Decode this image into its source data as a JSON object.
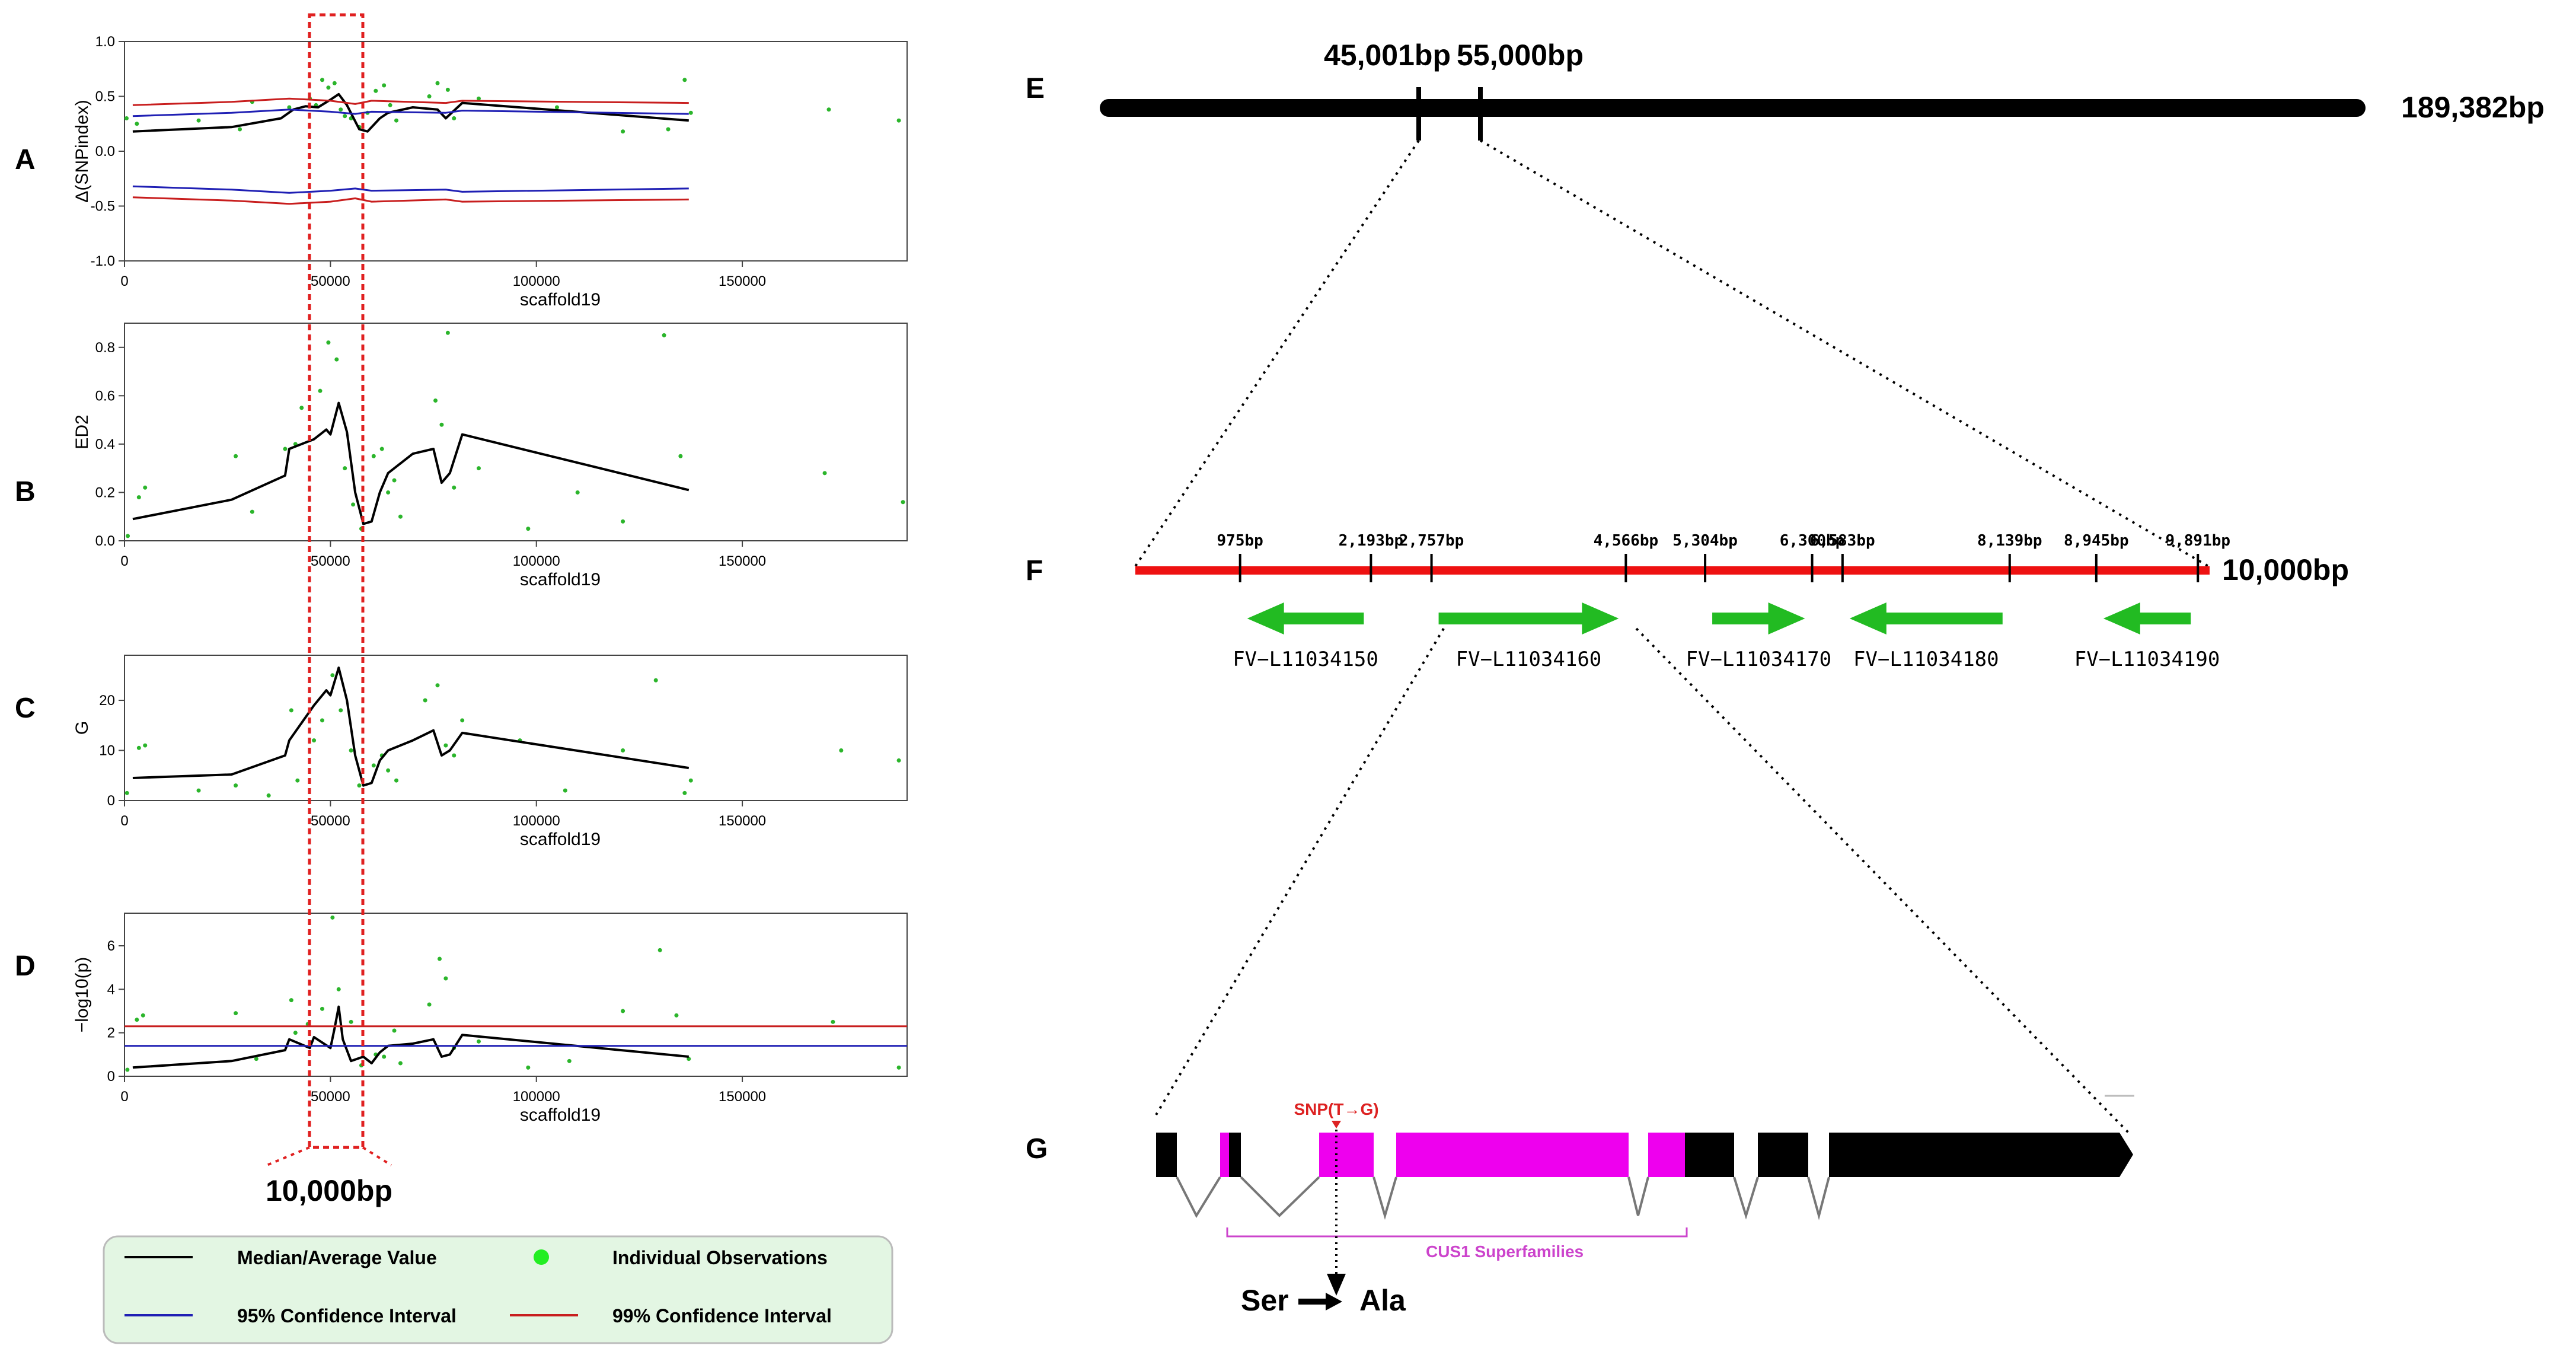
{
  "colors": {
    "median": "#000000",
    "observation": "#2bb52b",
    "ci95": "#1f1fb4",
    "ci99": "#c81e1e",
    "highlight_box": "#e02020",
    "region_line": "#ee1111",
    "gene_arrow": "#22bb22",
    "exon_black": "#000000",
    "exon_magenta": "#ee00ee",
    "cus1_label": "#cc44cc",
    "snp_label": "#dd2222",
    "legend_bg": "#e3f6e3",
    "legend_dot": "#22ee22"
  },
  "panels": {
    "A": {
      "letter": "A"
    },
    "B": {
      "letter": "B"
    },
    "C": {
      "letter": "C"
    },
    "D": {
      "letter": "D"
    },
    "E": {
      "letter": "E"
    },
    "F": {
      "letter": "F"
    },
    "G": {
      "letter": "G"
    }
  },
  "highlight": {
    "label": "10,000bp"
  },
  "legend": {
    "median": "Median/Average Value",
    "observations": "Individual Observations",
    "ci95": "95% Confidence Interval",
    "ci99": "99% Confidence Interval"
  },
  "chart_data": [
    {
      "panel": "A",
      "type": "line",
      "xlabel": "scaffold19",
      "ylabel": "Δ(SNPindex)",
      "xlim": [
        0,
        190000
      ],
      "ylim": [
        -1.0,
        1.0
      ],
      "xticks": [
        0,
        50000,
        100000,
        150000
      ],
      "yticks": [
        -1.0,
        -0.5,
        0.0,
        0.5,
        1.0
      ],
      "ytick_labels": [
        "-1.0",
        "-0.5",
        "0.0",
        "0.5",
        "1.0"
      ],
      "series": [
        {
          "role": "median",
          "x": [
            2000,
            26000,
            38000,
            41000,
            44000,
            47000,
            50000,
            52000,
            54000,
            57000,
            59000,
            62000,
            64000,
            70000,
            76000,
            78000,
            82000,
            137000
          ],
          "y": [
            0.18,
            0.22,
            0.3,
            0.38,
            0.41,
            0.4,
            0.47,
            0.52,
            0.42,
            0.2,
            0.18,
            0.3,
            0.35,
            0.4,
            0.38,
            0.3,
            0.44,
            0.28
          ]
        },
        {
          "role": "ci95_upper",
          "x": [
            2000,
            26000,
            40000,
            50000,
            56000,
            60000,
            78000,
            82000,
            137000
          ],
          "y": [
            0.32,
            0.35,
            0.38,
            0.36,
            0.34,
            0.36,
            0.35,
            0.37,
            0.34
          ]
        },
        {
          "role": "ci95_lower",
          "x": [
            2000,
            26000,
            40000,
            50000,
            56000,
            60000,
            78000,
            82000,
            137000
          ],
          "y": [
            -0.32,
            -0.35,
            -0.38,
            -0.36,
            -0.34,
            -0.36,
            -0.35,
            -0.37,
            -0.34
          ]
        },
        {
          "role": "ci99_upper",
          "x": [
            2000,
            26000,
            40000,
            50000,
            56000,
            60000,
            78000,
            82000,
            137000
          ],
          "y": [
            0.42,
            0.45,
            0.48,
            0.46,
            0.43,
            0.46,
            0.44,
            0.46,
            0.44
          ]
        },
        {
          "role": "ci99_lower",
          "x": [
            2000,
            26000,
            40000,
            50000,
            56000,
            60000,
            78000,
            82000,
            137000
          ],
          "y": [
            -0.42,
            -0.45,
            -0.48,
            -0.46,
            -0.43,
            -0.46,
            -0.44,
            -0.46,
            -0.44
          ]
        }
      ],
      "points": {
        "x": [
          500,
          3000,
          18000,
          28000,
          31000,
          40000,
          45000,
          46500,
          48000,
          49500,
          51000,
          52500,
          53500,
          55000,
          57000,
          59000,
          61000,
          63000,
          64500,
          66000,
          74000,
          76000,
          78500,
          80000,
          86000,
          105000,
          121000,
          132000,
          136000,
          137500,
          171000,
          188000
        ],
        "y": [
          0.3,
          0.25,
          0.28,
          0.2,
          0.45,
          0.4,
          0.48,
          0.42,
          0.65,
          0.58,
          0.62,
          0.38,
          0.32,
          0.3,
          0.22,
          0.35,
          0.55,
          0.6,
          0.42,
          0.28,
          0.5,
          0.62,
          0.56,
          0.3,
          0.48,
          0.4,
          0.18,
          0.2,
          0.65,
          0.35,
          0.38,
          0.28
        ]
      }
    },
    {
      "panel": "B",
      "type": "line",
      "xlabel": "scaffold19",
      "ylabel": "ED2",
      "xlim": [
        0,
        190000
      ],
      "ylim": [
        0,
        0.9
      ],
      "xticks": [
        0,
        50000,
        100000,
        150000
      ],
      "yticks": [
        0.0,
        0.2,
        0.4,
        0.6,
        0.8
      ],
      "ytick_labels": [
        "0.0",
        "0.2",
        "0.4",
        "0.6",
        "0.8"
      ],
      "series": [
        {
          "role": "median",
          "x": [
            2000,
            26000,
            39000,
            40000,
            46000,
            49000,
            50000,
            52000,
            54000,
            56000,
            58000,
            60000,
            62000,
            64000,
            70000,
            75000,
            77000,
            79000,
            82000,
            137000
          ],
          "y": [
            0.09,
            0.17,
            0.27,
            0.38,
            0.42,
            0.46,
            0.44,
            0.57,
            0.45,
            0.2,
            0.07,
            0.08,
            0.2,
            0.28,
            0.36,
            0.38,
            0.24,
            0.28,
            0.44,
            0.21
          ]
        },
        {
          "role": "ci95_upper",
          "x": [],
          "y": []
        },
        {
          "role": "ci99_upper",
          "x": [],
          "y": []
        }
      ],
      "points": {
        "x": [
          800,
          3500,
          5000,
          27000,
          31000,
          39000,
          41500,
          43000,
          47500,
          49500,
          51500,
          53500,
          55500,
          57500,
          60500,
          62500,
          64000,
          65500,
          67000,
          75500,
          77000,
          78500,
          80000,
          86000,
          98000,
          110000,
          121000,
          131000,
          135000,
          170000,
          189000
        ],
        "y": [
          0.02,
          0.18,
          0.22,
          0.35,
          0.12,
          0.38,
          0.4,
          0.55,
          0.62,
          0.82,
          0.75,
          0.3,
          0.15,
          0.05,
          0.35,
          0.38,
          0.2,
          0.25,
          0.1,
          0.58,
          0.48,
          0.86,
          0.22,
          0.3,
          0.05,
          0.2,
          0.08,
          0.85,
          0.35,
          0.28,
          0.16
        ]
      }
    },
    {
      "panel": "C",
      "type": "line",
      "xlabel": "scaffold19",
      "ylabel": "G",
      "xlim": [
        0,
        190000
      ],
      "ylim": [
        0,
        29
      ],
      "xticks": [
        0,
        50000,
        100000,
        150000
      ],
      "yticks": [
        0,
        10,
        20
      ],
      "ytick_labels": [
        "0",
        "10",
        "20"
      ],
      "series": [
        {
          "role": "median",
          "x": [
            2000,
            26000,
            39000,
            40000,
            46000,
            49000,
            50000,
            52000,
            54000,
            56000,
            58000,
            60000,
            62000,
            64000,
            70000,
            75000,
            77000,
            79000,
            82000,
            137000
          ],
          "y": [
            4.5,
            5.2,
            9,
            12,
            19,
            22,
            21,
            26.5,
            20,
            9,
            3,
            3.5,
            8,
            10,
            12,
            14,
            9,
            10,
            13.5,
            6.5
          ]
        }
      ],
      "points": {
        "x": [
          600,
          3500,
          5000,
          18000,
          27000,
          35000,
          40500,
          42000,
          46000,
          48000,
          50500,
          52500,
          55000,
          57000,
          60500,
          62500,
          64000,
          66000,
          73000,
          76000,
          78000,
          80000,
          82000,
          96000,
          107000,
          121000,
          129000,
          136000,
          137500,
          174000,
          188000
        ],
        "y": [
          1.5,
          10.5,
          11,
          2,
          3,
          1,
          18,
          4,
          12,
          16,
          25,
          18,
          10,
          3,
          7,
          9,
          6,
          4,
          20,
          23,
          11,
          9,
          16,
          12,
          2,
          10,
          24,
          1.5,
          4,
          10,
          8
        ]
      }
    },
    {
      "panel": "D",
      "type": "line",
      "xlabel": "scaffold19",
      "ylabel": "−log10(p)",
      "xlim": [
        0,
        190000
      ],
      "ylim": [
        0,
        7.5
      ],
      "xticks": [
        0,
        50000,
        100000,
        150000
      ],
      "yticks": [
        0,
        2,
        4,
        6
      ],
      "ytick_labels": [
        "0",
        "2",
        "4",
        "6"
      ],
      "series": [
        {
          "role": "median",
          "x": [
            2000,
            26000,
            39000,
            40000,
            45000,
            46000,
            50000,
            51000,
            52000,
            53000,
            55000,
            58000,
            60000,
            62000,
            64000,
            70000,
            75000,
            77000,
            79000,
            82000,
            137000
          ],
          "y": [
            0.4,
            0.7,
            1.2,
            1.7,
            1.3,
            1.8,
            1.3,
            2.2,
            3.2,
            1.7,
            0.7,
            0.9,
            0.6,
            1.1,
            1.4,
            1.5,
            1.7,
            0.9,
            1.0,
            1.9,
            0.9
          ]
        },
        {
          "role": "ci95",
          "x": [
            0,
            190000
          ],
          "y": [
            1.4,
            1.4
          ]
        },
        {
          "role": "ci99",
          "x": [
            0,
            190000
          ],
          "y": [
            2.3,
            2.3
          ]
        }
      ],
      "points": {
        "x": [
          700,
          3000,
          4500,
          27000,
          32000,
          40500,
          41500,
          44500,
          48000,
          50500,
          52000,
          55000,
          57500,
          61000,
          63000,
          65500,
          67000,
          74000,
          76500,
          78000,
          80000,
          86000,
          98000,
          108000,
          121000,
          130000,
          134000,
          137000,
          172000,
          188000
        ],
        "y": [
          0.3,
          2.6,
          2.8,
          2.9,
          0.8,
          3.5,
          2.0,
          2.4,
          3.1,
          7.3,
          4.0,
          2.5,
          0.5,
          1.0,
          0.9,
          2.1,
          0.6,
          3.3,
          5.4,
          4.5,
          1.3,
          1.6,
          0.4,
          0.7,
          3.0,
          5.8,
          2.8,
          0.8,
          2.5,
          0.4
        ]
      }
    }
  ],
  "panel_e": {
    "marker_left": "45,001bp",
    "marker_right": "55,000bp",
    "total_length": "189,382bp",
    "total_bp": 189382,
    "marker_left_bp": 45001,
    "marker_right_bp": 55000
  },
  "panel_f": {
    "end_label": "10,000bp",
    "total_bp": 10000,
    "ticks": [
      {
        "label": "975bp",
        "bp": 975
      },
      {
        "label": "2,193bp",
        "bp": 2193
      },
      {
        "label": "2,757bp",
        "bp": 2757
      },
      {
        "label": "4,566bp",
        "bp": 4566
      },
      {
        "label": "5,304bp",
        "bp": 5304
      },
      {
        "label": "6,300bp",
        "bp": 6300
      },
      {
        "label": "6,583bp",
        "bp": 6583
      },
      {
        "label": "8,139bp",
        "bp": 8139
      },
      {
        "label": "8,945bp",
        "bp": 8945
      },
      {
        "label": "9,891bp",
        "bp": 9891
      }
    ],
    "genes": [
      {
        "name": "FV−L11034150",
        "start_bp": 975,
        "end_bp": 2193,
        "direction": "reverse"
      },
      {
        "name": "FV−L11034160",
        "start_bp": 2757,
        "end_bp": 4566,
        "direction": "forward"
      },
      {
        "name": "FV−L11034170",
        "start_bp": 5304,
        "end_bp": 6300,
        "direction": "forward"
      },
      {
        "name": "FV−L11034180",
        "start_bp": 6583,
        "end_bp": 8139,
        "direction": "reverse"
      },
      {
        "name": "FV−L11034190",
        "start_bp": 8945,
        "end_bp": 9891,
        "direction": "reverse"
      }
    ]
  },
  "panel_g": {
    "snp_label": "SNP(T→G)",
    "superfamily_label": "CUS1 Superfamilies",
    "aa_from": "Ser",
    "aa_to": "Ala"
  }
}
